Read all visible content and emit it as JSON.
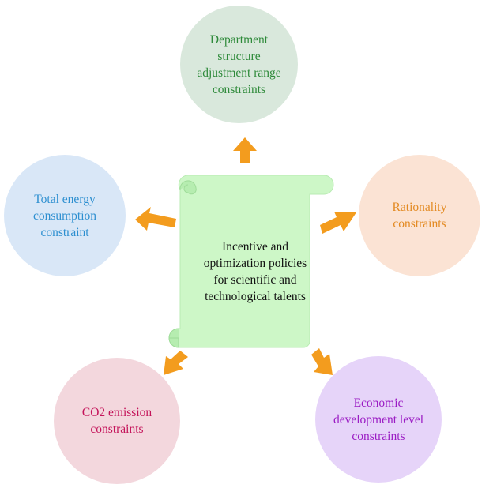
{
  "center": {
    "label": "Incentive and\noptimization policies\nfor scientific and\ntechnological talents",
    "fill": "#cdf7c7"
  },
  "arrow_color": "#f39c1e",
  "nodes": {
    "top": {
      "label": "Department\nstructure\nadjustment range\nconstraints",
      "color": "#2e8a3a"
    },
    "left": {
      "label": "Total energy\nconsumption\nconstraint",
      "color": "#2d8fd0"
    },
    "right": {
      "label": "Rationality\nconstraints",
      "color": "#e38a22"
    },
    "bottom_left": {
      "label": "CO2 emission\nconstraints",
      "color": "#c4145a"
    },
    "bottom_right": {
      "label": "Economic\ndevelopment level\nconstraints",
      "color": "#9b1cc4"
    }
  }
}
